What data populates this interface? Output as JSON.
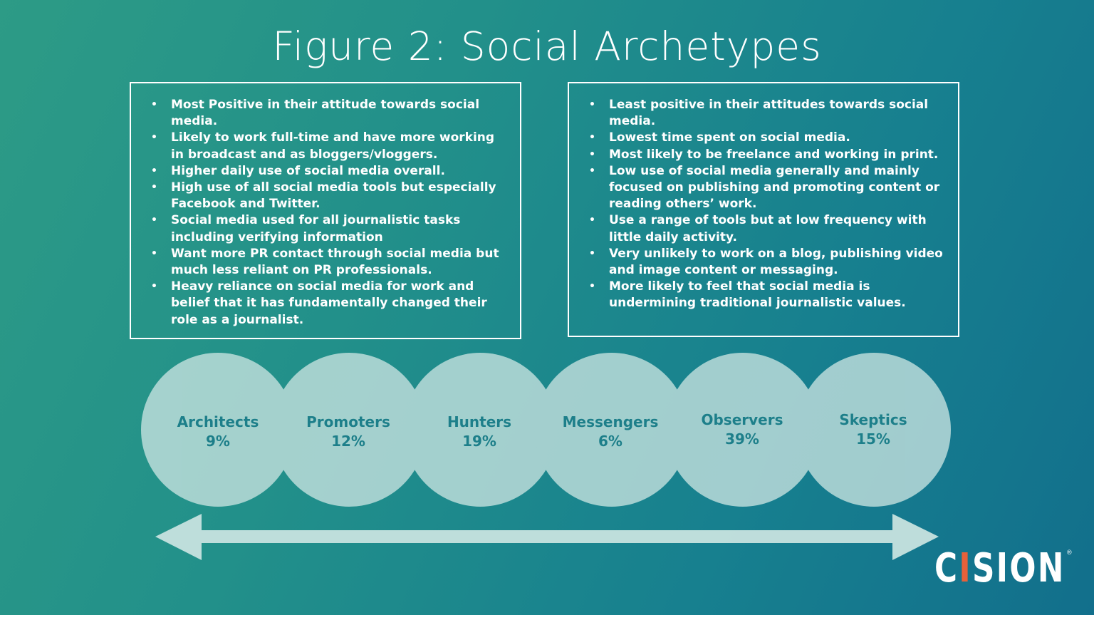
{
  "title": "Figure 2: Social Archetypes",
  "left_box": {
    "items": [
      "Most Positive in their attitude towards social media.",
      "Likely to work full-time and have more working in broadcast and as bloggers/vloggers.",
      "Higher daily use of social media overall.",
      "High use of all social media tools but especially Facebook and Twitter.",
      "Social media used for all journalistic tasks including verifying information",
      "Want more PR contact through social media but much less reliant on PR professionals.",
      " Heavy reliance on social media for work and belief that it has fundamentally changed their role as a journalist."
    ]
  },
  "right_box": {
    "items": [
      "Least positive in their attitudes towards social media.",
      "Lowest time spent on social media.",
      "Most likely to be freelance and working in print.",
      "Low use of social media generally and mainly focused on publishing and promoting content or reading others’ work.",
      "Use a range of tools but at low frequency with little daily activity.",
      "Very unlikely to work on a blog, publishing video and image content or messaging.",
      "More likely to feel that social media is undermining traditional journalistic values."
    ]
  },
  "archetypes": [
    {
      "name": "Architects",
      "percent": "9%"
    },
    {
      "name": "Promoters",
      "percent": "12%"
    },
    {
      "name": "Hunters",
      "percent": "19%"
    },
    {
      "name": "Messengers",
      "percent": "6%"
    },
    {
      "name": "Observers",
      "percent": "39%"
    },
    {
      "name": "Skeptics",
      "percent": "15%"
    }
  ],
  "logo": {
    "text_1": "C",
    "accent": "I",
    "text_2": "SION",
    "registered": "®",
    "accent_color": "#e8613a"
  },
  "colors": {
    "circle_fill": "#c9e4e1",
    "label_color": "#1d7f8a",
    "arrow_color": "#c7e3df"
  }
}
